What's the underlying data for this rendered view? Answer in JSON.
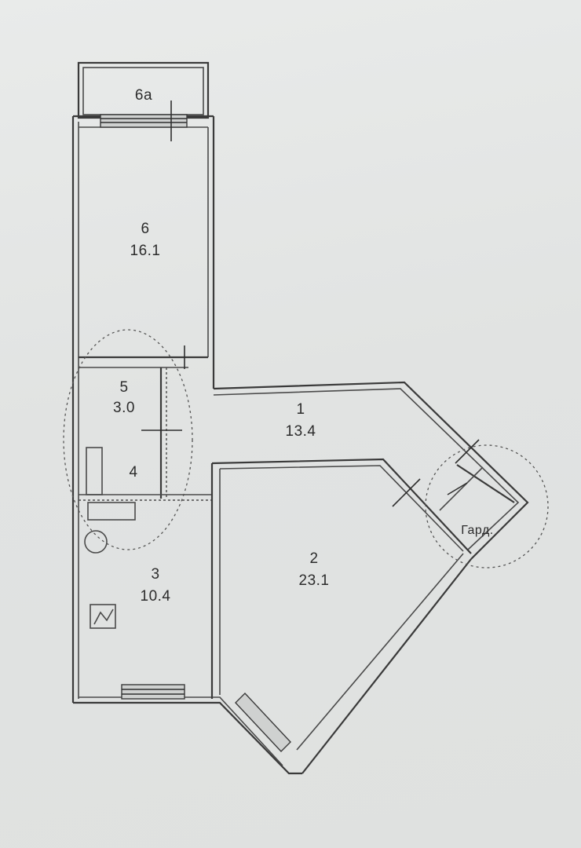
{
  "rooms": [
    {
      "id": "6a",
      "number": "6а",
      "area": ""
    },
    {
      "id": "6",
      "number": "6",
      "area": "16.1"
    },
    {
      "id": "5",
      "number": "5",
      "area": "3.0"
    },
    {
      "id": "4",
      "number": "4",
      "area": ""
    },
    {
      "id": "3",
      "number": "3",
      "area": "10.4"
    },
    {
      "id": "1",
      "number": "1",
      "area": "13.4"
    },
    {
      "id": "2",
      "number": "2",
      "area": "23.1"
    },
    {
      "id": "gard",
      "number": "Гард.",
      "area": ""
    }
  ],
  "colors": {
    "wall": "#3a3a3a",
    "paper": "#e4e6e5",
    "text": "#2c2c2c"
  }
}
